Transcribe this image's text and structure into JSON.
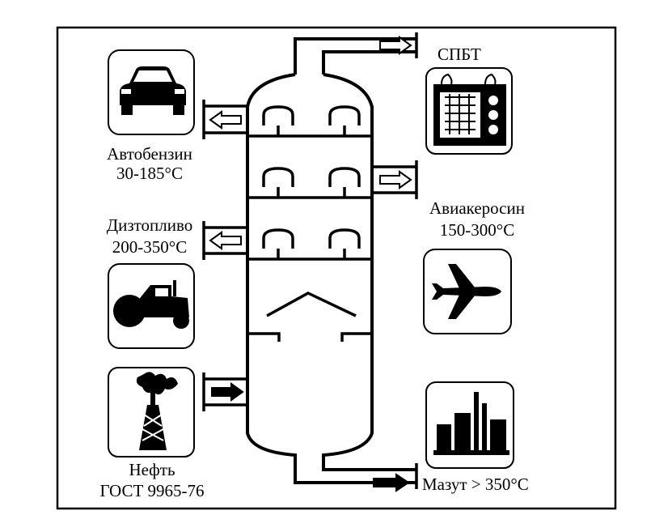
{
  "products": {
    "gas": {
      "name": "СПБТ"
    },
    "gasoline": {
      "name": "Автобензин",
      "range": "30-185°С"
    },
    "diesel": {
      "name": "Дизтопливо",
      "range": "200-350°С"
    },
    "kerosene": {
      "name": "Авиакеросин",
      "range": "150-300°С"
    },
    "fuel_oil": {
      "name": "Мазут > 350°С"
    }
  },
  "feed": {
    "name": "Нефть",
    "standard": "ГОСТ 9965-76"
  },
  "icons": [
    "car-icon",
    "gas-stove-icon",
    "tractor-icon",
    "airplane-icon",
    "oil-well-icon",
    "refinery-icon"
  ]
}
